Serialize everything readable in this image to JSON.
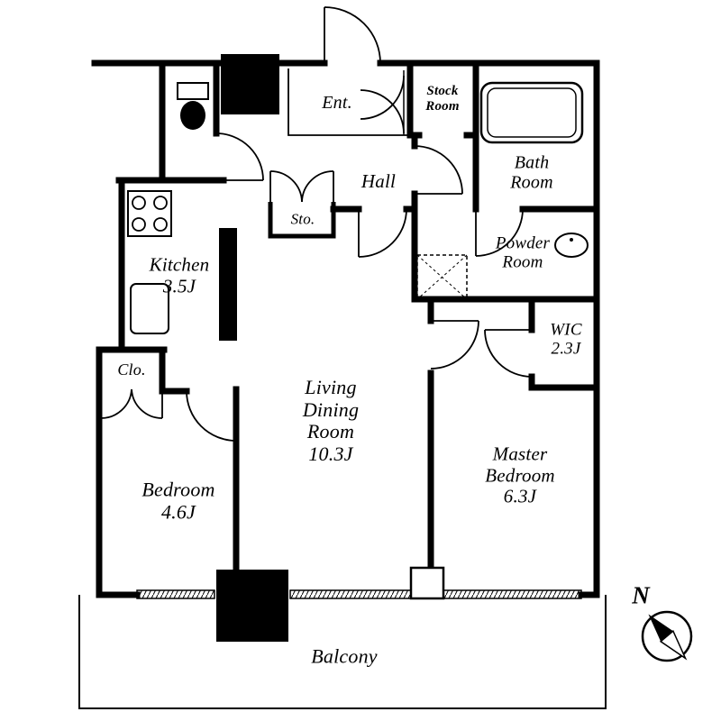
{
  "rooms": {
    "ent": "Ent.",
    "stock_room": "Stock\nRoom",
    "hall": "Hall",
    "bath_room": "Bath\nRoom",
    "sto": "Sto.",
    "powder_room": "Powder\nRoom",
    "kitchen": "Kitchen\n3.5J",
    "wic": "WIC\n2.3J",
    "clo": "Clo.",
    "living_dining": "Living\nDining\nRoom\n10.3J",
    "bedroom": "Bedroom\n4.6J",
    "master_bedroom": "Master\nBedroom\n6.3J",
    "balcony": "Balcony"
  },
  "compass": {
    "north": "N"
  },
  "colors": {
    "wall": "#000000",
    "background": "#ffffff"
  }
}
